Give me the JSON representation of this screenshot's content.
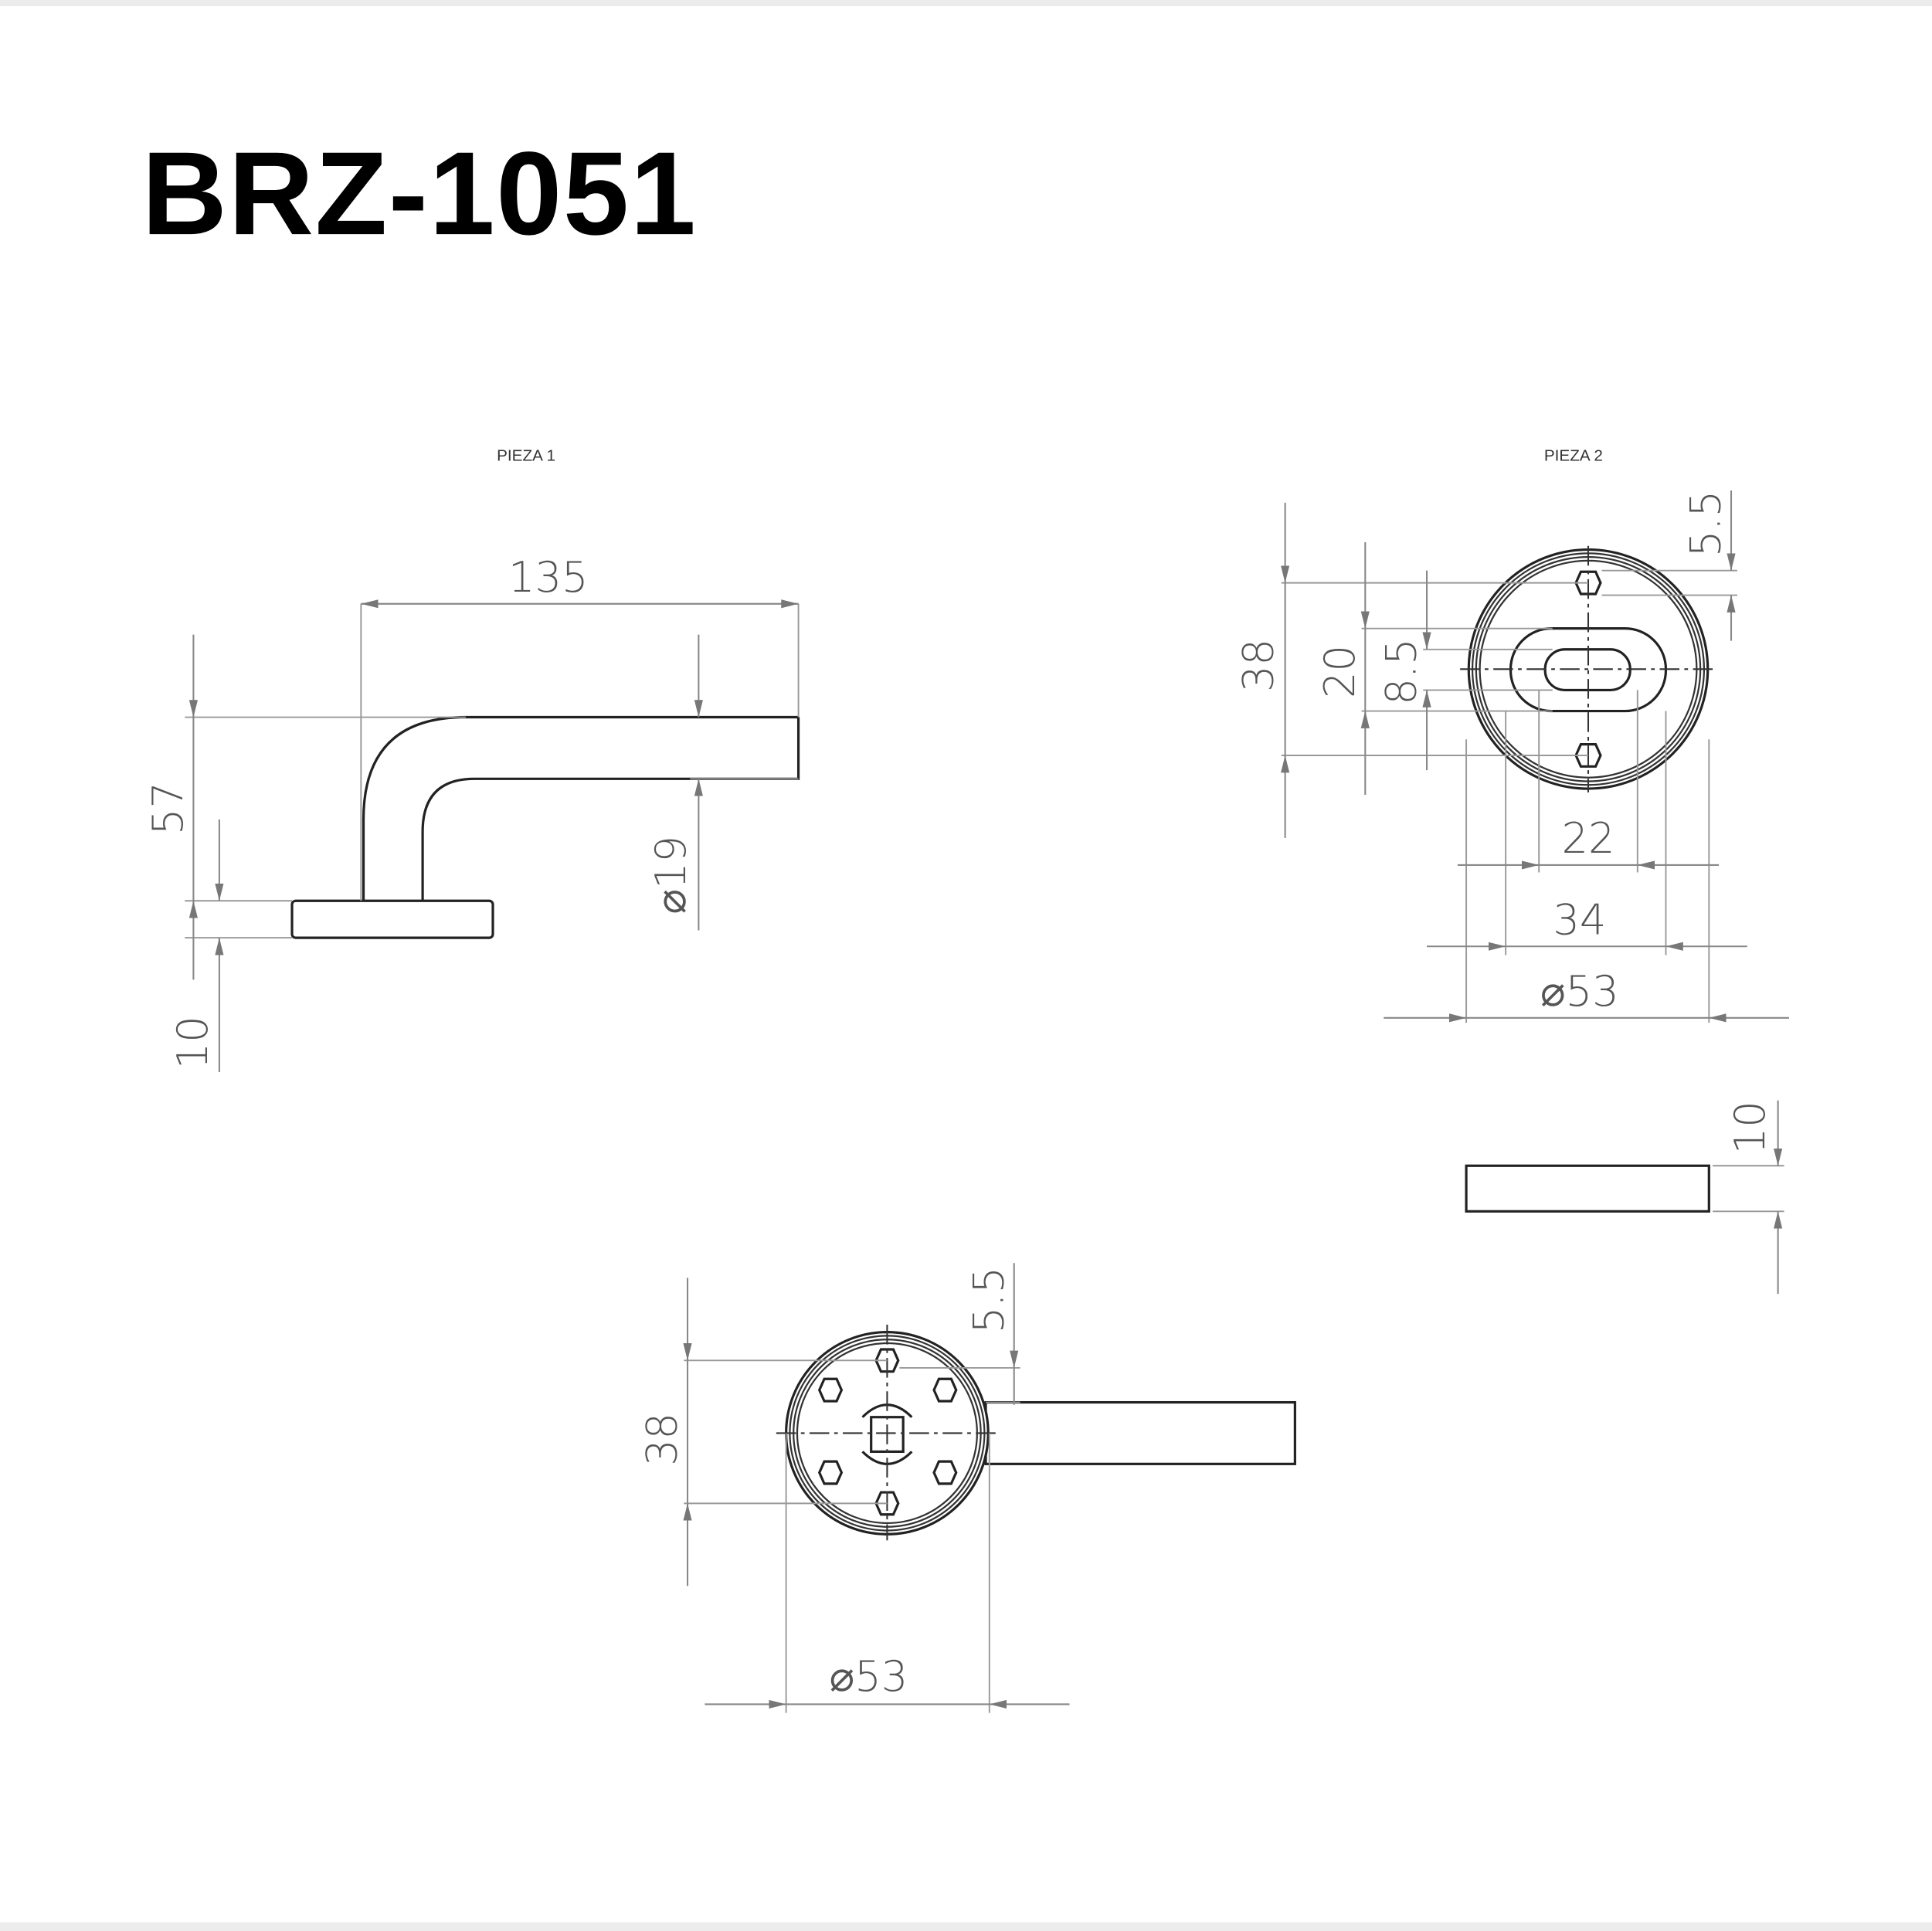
{
  "title": "BRZ-1051",
  "piece1": {
    "label": "PIEZA 1",
    "dims": {
      "length": "135",
      "height": "57",
      "base": "10",
      "diameter": "⌀19"
    }
  },
  "piece2": {
    "label": "PIEZA 2",
    "dims": {
      "height": "38",
      "slot_outer": "20",
      "slot_inner": "8.5",
      "hole": "5.5",
      "width_inner": "22",
      "width_outer": "34",
      "diameter": "⌀53",
      "thickness": "10"
    }
  },
  "assembly": {
    "dims": {
      "height": "38",
      "hole": "5.5",
      "diameter": "⌀53"
    }
  }
}
